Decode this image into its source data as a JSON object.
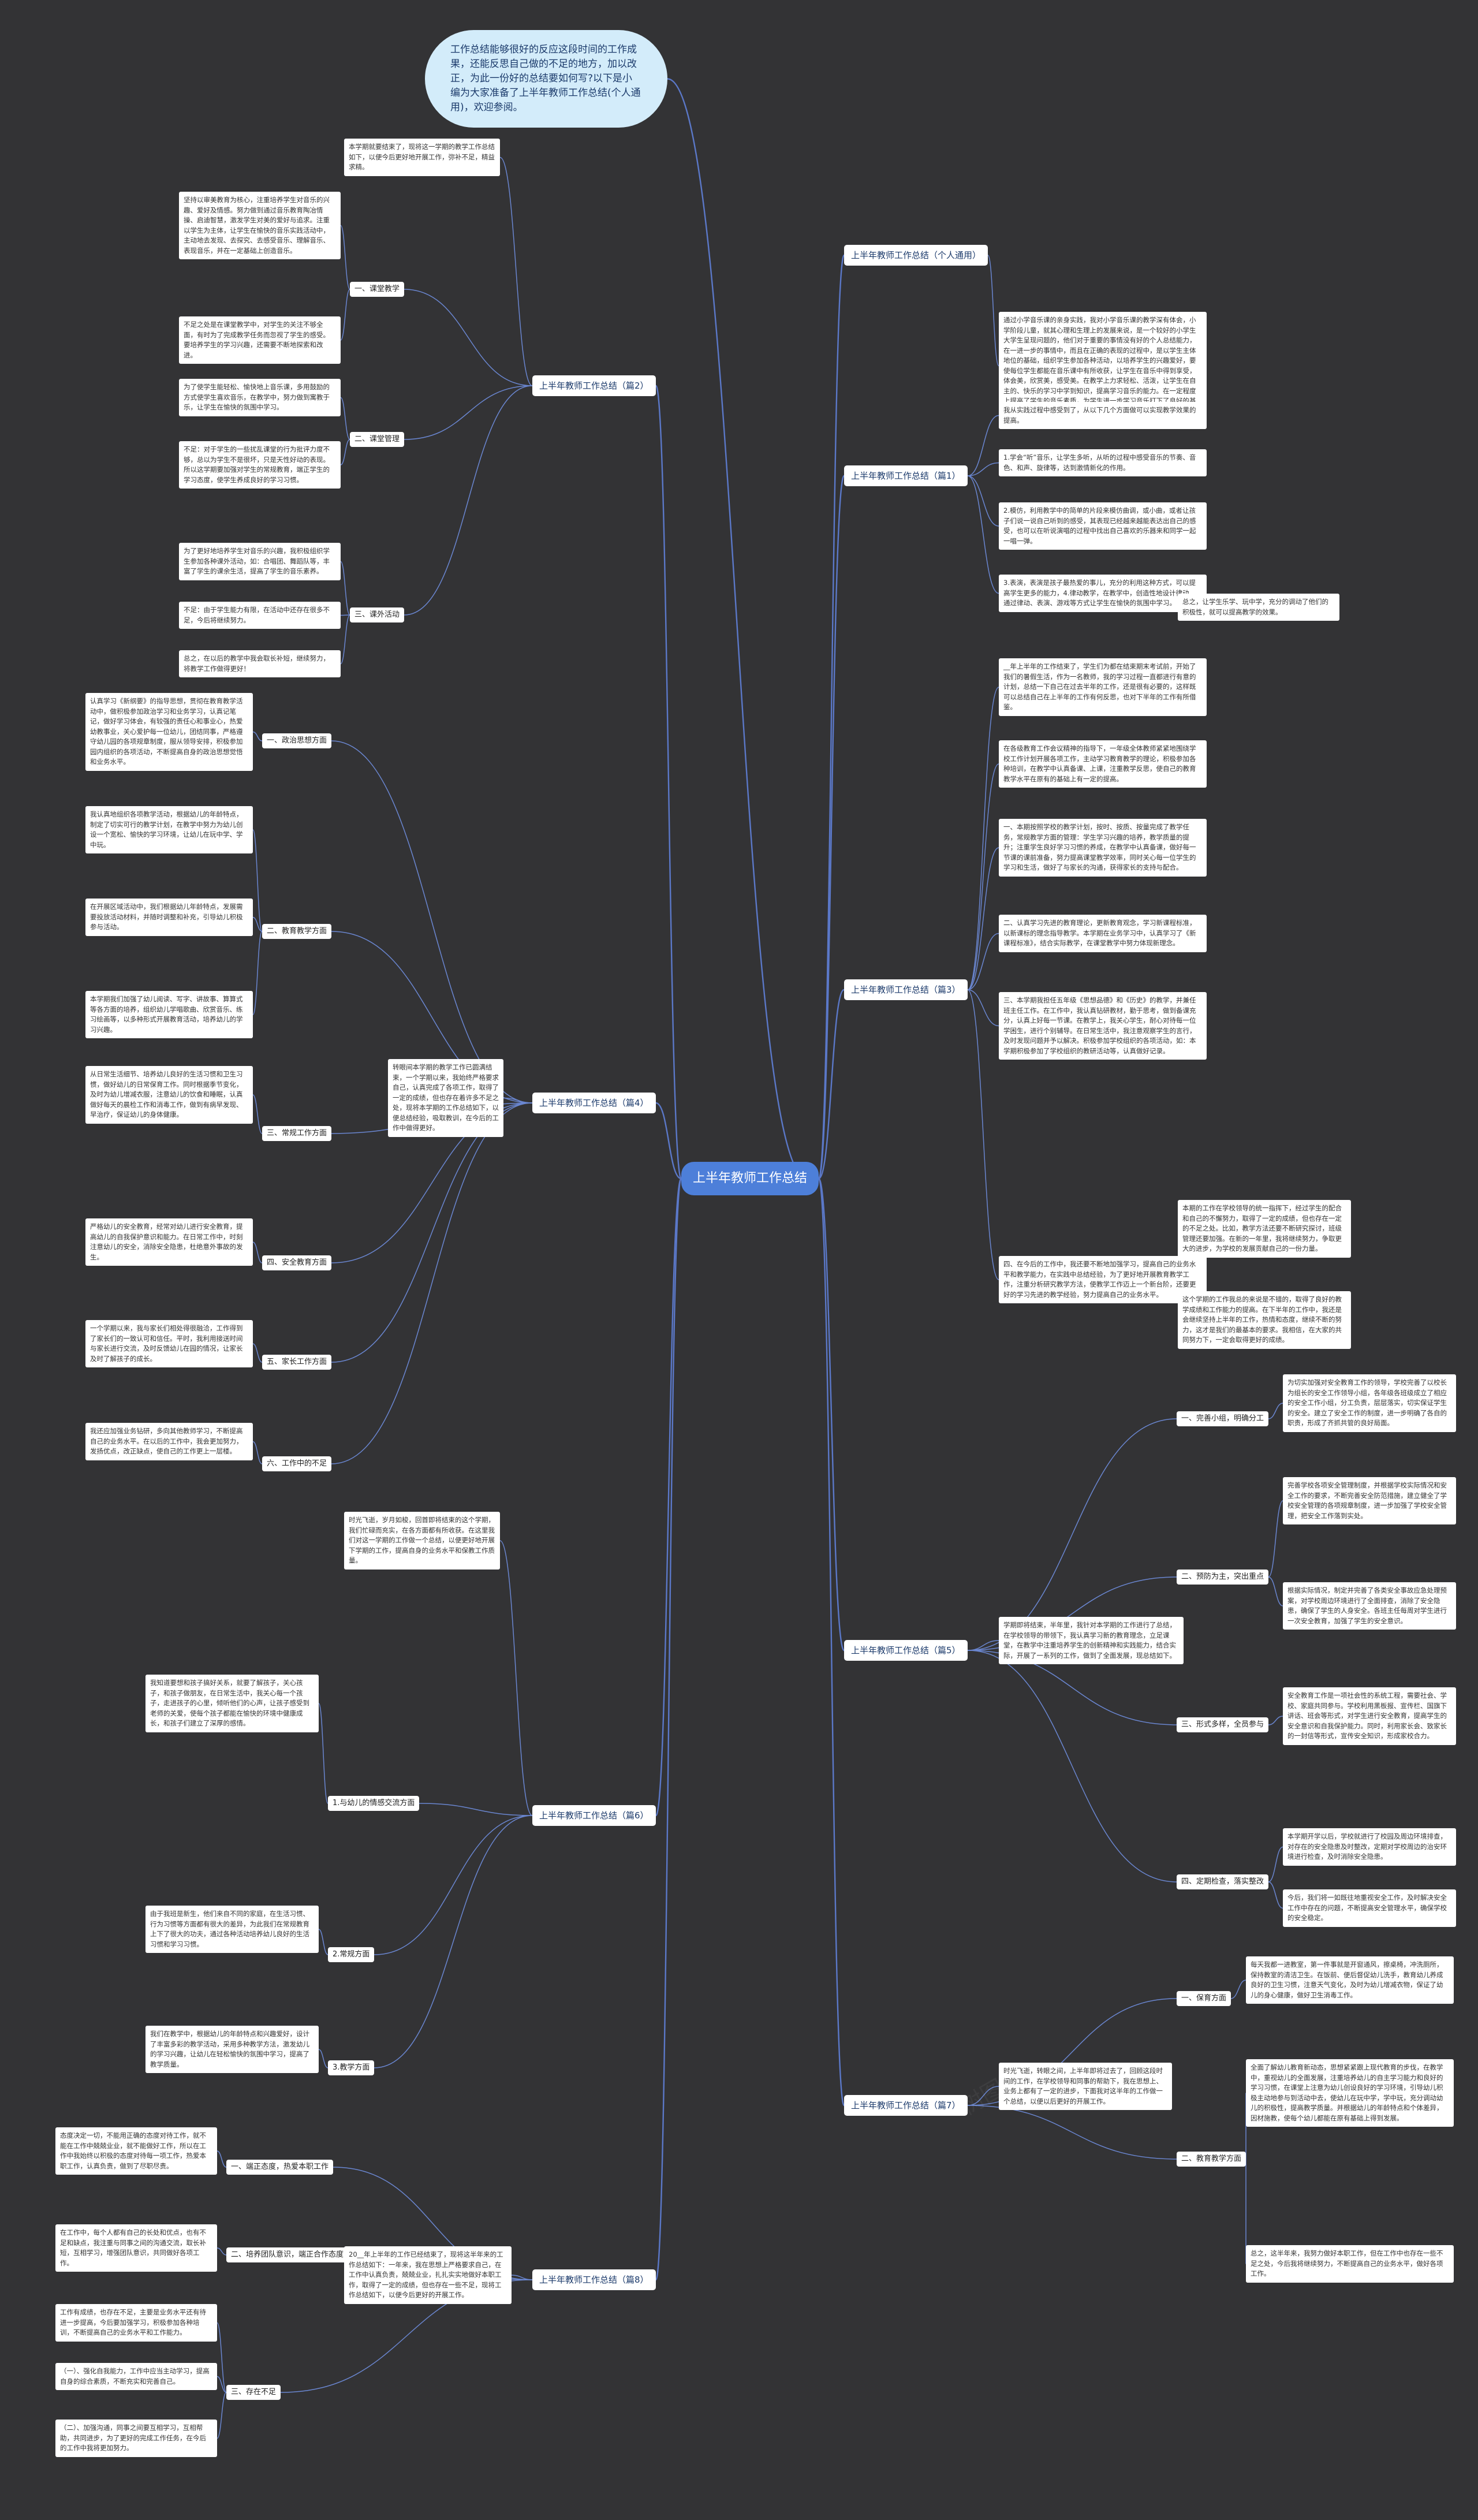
{
  "root": "上半年教师工作总结",
  "intro": "工作总结能够很好的反应这段时间的工作成果，还能反思自己做的不足的地方，加以改正，为此一份好的总结要如何写?以下是小编为大家准备了上半年教师工作总结(个人通用)，欢迎参阅。",
  "right_branches": [
    {
      "label": "上半年教师工作总结（个人通用）",
      "leaves": [
        "通过小学音乐课的亲身实践，我对小学音乐课的教学深有体会，小学阶段儿童，就其心理和生理上的发展来说，是一个较好的小学生大学生呈现问题的，他们对于重要的事情没有好的个人总结能力，在一进一步的事情中，而且在正确的表现的过程中，是以学生主体地位的基础，组织学生参加各种活动，以培养学生的兴趣爱好，要使每位学生都能在音乐课中有所收获，让学生在音乐中得到享受，体会美，欣赏美，感受美。在教学上力求轻松、活泼，让学生在自主的、快乐的学习中学到知识，提高学习音乐的能力。在一定程度上提高了学生的音乐素质，为学生进一步学习音乐打下了良好的基础。"
      ]
    },
    {
      "label": "上半年教师工作总结（篇1）",
      "leaves": [
        "我从实践过程中感受到了，从以下几个方面做可以实现教学效果的提高。",
        "1.学会“听”音乐，让学生多听，从听的过程中感受音乐的节奏、音色、和声、旋律等，达到激情新化的作用。",
        "2.模仿，利用教学中的简单的片段来模仿曲调，或小曲，或者让孩子们说一说自己听到的感受，其表现已经越来越能表达出自己的感受，也可以在听说演唱的过程中找出自己喜欢的乐器来和同学一起一唱一弹。",
        "3.表演，表演是孩子最热爱的事儿，充分的利用这种方式，可以提高学生更多的能力，4.律动教学，在教学中，创造性地设计律动，通过律动、表演、游戏等方式让学生在愉快的氛围中学习。"
      ],
      "extra": "总之，让学生乐学、玩中学，充分的调动了他们的积极性，就可以提高教学的效果。"
    },
    {
      "label": "上半年教师工作总结（篇3）",
      "leaves": [
        "__年上半年的工作结束了，学生们为都在结束期末考试前，开始了我们的暑假生活，作为一名教师，我的学习过程一直都进行有意的计划，总结一下自己在过去半年的工作，还是很有必要的，这样既可以总结自己在上半年的工作有何反思，也对下半年的工作有所借鉴。",
        "在各级教育工作会议精神的指导下，一年级全体教师紧紧地围绕学校工作计划开展各项工作，主动学习教育教学的理论，积极参加各种培训，在教学中认真备课、上课，注重教学反思，使自己的教育教学水平在原有的基础上有一定的提高。",
        "一、本期按照学校的教学计划，按时、按质、按量完成了教学任务，常规教学方面的管理：学生学习兴趣的培养，教学质量的提升；注重学生良好学习习惯的养成，在教学中认真备课，做好每一节课的课前准备，努力提高课堂教学效率，同时关心每一位学生的学习和生活，做好了与家长的沟通，获得家长的支持与配合。",
        "二、认真学习先进的教育理论，更新教育观念，学习新课程标准，以新课标的理念指导教学。本学期在业务学习中，认真学习了《新课程标准》，结合实际教学，在课堂教学中努力体现新理念。",
        "三、本学期我担任五年级《思想品德》和《历史》的教学，并兼任班主任工作。在工作中，我认真钻研教材，勤于思考，做到备课充分，认真上好每一节课。在教学上，我关心学生，耐心对待每一位学困生，进行个别辅导。在日常生活中，我注意观察学生的言行，及时发现问题并予以解决。积极参加学校组织的各项活动，如：本学期积极参加了学校组织的教研活动等，认真做好记录。",
        "四、在今后的工作中，我还要不断地加强学习，提高自己的业务水平和教学能力，在实践中总结经验，为了更好地开展教育教学工作，注重分析研究教学方法，使教学工作迈上一个新台阶，还要更好的学习先进的教学经验，努力提高自己的业务水平。"
      ],
      "extra_leaves": [
        "本期的工作在学校领导的统一指挥下，经过学生的配合和自己的不懈努力，取得了一定的成绩，但也存在一定的不足之处。比如，教学方法还要不断研究探讨，班级管理还要加强。在新的一年里，我将继续努力，争取更大的进步，为学校的发展贡献自己的一份力量。",
        "这个学期的工作我总的来说是不错的，取得了良好的教学成绩和工作能力的提高。在下半年的工作中，我还是会继续坚持上半年的工作，热情和态度，继续不断的努力，这才是我们的最基本的要求。我相信，在大家的共同努力下，一定会取得更好的成绩。"
      ]
    },
    {
      "label": "上半年教师工作总结（篇5）",
      "leaves": [
        "学期即将结束，半年里，我针对本学期的工作进行了总结，在学校领导的带领下，我认真学习新的教育理念，立足课堂，在教学中注重培养学生的创新精神和实践能力，结合实际，开展了一系列的工作，做到了全面发展，现总结如下。"
      ],
      "subs": [
        {
          "label": "一、完善小组，明确分工",
          "leaves": [
            "为切实加强对安全教育工作的领导，学校完善了以校长为组长的安全工作领导小组，各年级各班级成立了相应的安全工作小组，分工负责，层层落实，切实保证学生的安全。建立了安全工作的制度，进一步明确了各自的职责，形成了齐抓共管的良好局面。"
          ]
        },
        {
          "label": "二、预防为主，突出重点",
          "leaves": [
            "完善学校各项安全管理制度，并根据学校实际情况和安全工作的要求，不断完善安全防范措施，建立健全了学校安全管理的各项规章制度，进一步加强了学校安全管理，把安全工作落到实处。",
            "根据实际情况，制定并完善了各类安全事故应急处理预案，对学校周边环境进行了全面排查，消除了安全隐患，确保了学生的人身安全。各班主任每周对学生进行一次安全教育，加强了学生的安全意识。"
          ]
        },
        {
          "label": "三、形式多样，全员参与",
          "leaves": [
            "安全教育工作是一项社会性的系统工程，需要社会、学校、家庭共同参与。学校利用黑板报、宣传栏、国旗下讲话、班会等形式，对学生进行安全教育，提高学生的安全意识和自我保护能力。同时，利用家长会、致家长的一封信等形式，宣传安全知识，形成家校合力。"
          ]
        },
        {
          "label": "四、定期检查，落实整改",
          "leaves": [
            "本学期开学以后，学校就进行了校园及周边环境排查，对存在的安全隐患及时整改，定期对学校周边的治安环境进行检查，及时消除安全隐患。",
            "今后，我们将一如既往地重视安全工作，及时解决安全工作中存在的问题，不断提高安全管理水平，确保学校的安全稳定。"
          ]
        }
      ]
    },
    {
      "label": "上半年教师工作总结（篇7）",
      "leaves": [
        "时光飞逝，转眼之间，上半年即将过去了，回顾这段时间的工作，在学校领导和同事的帮助下，我在思想上、业务上都有了一定的进步，下面我对这半年的工作做一个总结，以便以后更好的开展工作。"
      ],
      "subs": [
        {
          "label": "一、保育方面",
          "leaves": [
            "每天我都一进教室，第一件事就是开窗通风，擦桌椅，冲洗厕所，保持教室的清洁卫生。在饭前、便后督促幼儿洗手，教育幼儿养成良好的卫生习惯，注意天气变化，及时为幼儿增减衣物，保证了幼儿的身心健康，做好卫生消毒工作。"
          ]
        },
        {
          "label": "二、教育教学方面",
          "leaves": [
            "全面了解幼儿教育新动态，思想紧紧跟上现代教育的步伐，在教学中，重视幼儿的全面发展，注重培养幼儿的自主学习能力和良好的学习习惯，在课堂上注意为幼儿创设良好的学习环境，引导幼儿积极主动地参与到活动中去，使幼儿在玩中学，学中玩，充分调动幼儿的积极性，提高教学质量。并根据幼儿的年龄特点和个体差异，因材施教，使每个幼儿都能在原有基础上得到发展。",
            "总之，这半年来，我努力做好本职工作，但在工作中也存在一些不足之处，今后我将继续努力，不断提高自己的业务水平，做好各项工作。"
          ]
        }
      ]
    }
  ],
  "left_branches": [
    {
      "label": "上半年教师工作总结（篇2）",
      "leaves": [
        "本学期就要结束了，现将这一学期的教学工作总结如下，以便今后更好地开展工作，弥补不足，精益求精。"
      ],
      "subs": [
        {
          "label": "一、课堂教学",
          "leaves": [
            "坚持以审美教育为核心，注重培养学生对音乐的兴趣、爱好及情感。努力做到通过音乐教育陶冶情操、启迪智慧，激发学生对美的爱好与追求。注重以学生为主体，让学生在愉快的音乐实践活动中，主动地去发现、去探究、去感受音乐、理解音乐、表现音乐，并在一定基础上创造音乐。",
            "不足之处是在课堂教学中，对学生的关注不够全面，有时为了完成教学任务而忽视了学生的感受。要培养学生的学习兴趣，还需要不断地探索和改进。"
          ]
        },
        {
          "label": "二、课堂管理",
          "leaves": [
            "为了使学生能轻松、愉快地上音乐课，多用鼓励的方式使学生喜欢音乐，在教学中，努力做到寓教于乐，让学生在愉快的氛围中学习。",
            "不足：对于学生的一些扰乱课堂的行为批评力度不够，总以为学生不是很坏，只是天性好动的表现。所以这学期要加强对学生的常规教育，端正学生的学习态度，使学生养成良好的学习习惯。"
          ]
        },
        {
          "label": "三、课外活动",
          "leaves": [
            "为了更好地培养学生对音乐的兴趣，我积极组织学生参加各种课外活动，如：合唱团、舞蹈队等，丰富了学生的课余生活，提高了学生的音乐素养。",
            "不足：由于学生能力有限，在活动中还存在很多不足，今后将继续努力。",
            "总之，在以后的教学中我会取长补短，继续努力，将教学工作做得更好！"
          ]
        }
      ]
    },
    {
      "label": "上半年教师工作总结（篇4）",
      "leaves": [
        "转眼间本学期的教学工作已圆满结束，一个学期以来，我始终严格要求自己，认真完成了各项工作，取得了一定的成绩，但也存在着许多不足之处，现将本学期的工作总结如下，以便总结经验，吸取教训，在今后的工作中做得更好。"
      ],
      "subs": [
        {
          "label": "一、政治思想方面",
          "leaves": [
            "认真学习《新纲要》的指导思想，贯彻在教育教学活动中，做积极参加政治学习和业务学习，认真记笔记，做好学习体会，有较强的责任心和事业心，热爱幼教事业，关心爱护每一位幼儿，团结同事，严格遵守幼儿园的各项规章制度，服从领导安排，积极参加园内组织的各项活动，不断提高自身的政治思想觉悟和业务水平。"
          ]
        },
        {
          "label": "二、教育教学方面",
          "leaves": [
            "我认真地组织各项教学活动，根据幼儿的年龄特点，制定了切实可行的教学计划，在教学中努力为幼儿创设一个宽松、愉快的学习环境，让幼儿在玩中学、学中玩。",
            "在开展区域活动中，我们根据幼儿年龄特点，发展需要投放活动材料，并随时调整和补充，引导幼儿积极参与活动。",
            "本学期我们加强了幼儿阅读、写字、讲故事、算算式等各方面的培养，组织幼儿学唱歌曲、欣赏音乐、练习绘画等，以多种形式开展教育活动，培养幼儿的学习兴趣。"
          ]
        },
        {
          "label": "三、常规工作方面",
          "leaves": [
            "从日常生活细节、培养幼儿良好的生活习惯和卫生习惯，做好幼儿的日常保育工作。同时根据季节变化，及时为幼儿增减衣服，注意幼儿的饮食和睡眠，认真做好每天的晨检工作和消毒工作，做到有病早发现、早治疗，保证幼儿的身体健康。"
          ]
        },
        {
          "label": "四、安全教育方面",
          "leaves": [
            "严格幼儿的安全教育，经常对幼儿进行安全教育，提高幼儿的自我保护意识和能力。在日常工作中，时刻注意幼儿的安全，消除安全隐患，杜绝意外事故的发生。"
          ]
        },
        {
          "label": "五、家长工作方面",
          "leaves": [
            "一个学期以来，我与家长们相处得很融洽，工作得到了家长们的一致认可和信任。平时，我利用接送时间与家长进行交流，及时反馈幼儿在园的情况，让家长及时了解孩子的成长。"
          ]
        },
        {
          "label": "六、工作中的不足",
          "leaves": [
            "我还应加强业务钻研，多向其他教师学习，不断提高自己的业务水平。在以后的工作中，我会更加努力，发扬优点，改正缺点，使自己的工作更上一层楼。"
          ]
        }
      ]
    },
    {
      "label": "上半年教师工作总结（篇6）",
      "leaves": [
        "时光飞逝，岁月如梭，回首即将结束的这个学期，我们忙碌而充实，在各方面都有所收获。在这里我们对这一学期的工作做一个总结，以便更好地开展下学期的工作，提高自身的业务水平和保教工作质量。"
      ],
      "subs": [
        {
          "label": "1.与幼儿的情感交流方面",
          "leaves": [
            "我知道要想和孩子搞好关系，就要了解孩子，关心孩子，和孩子做朋友，在日常生活中，我关心每一个孩子，走进孩子的心里，倾听他们的心声，让孩子感受到老师的关爱，使每个孩子都能在愉快的环境中健康成长，和孩子们建立了深厚的感情。"
          ]
        },
        {
          "label": "2.常规方面",
          "leaves": [
            "由于我班是新生，他们来自不同的家庭，在生活习惯、行为习惯等方面都有很大的差异，为此我们在常规教育上下了很大的功夫，通过各种活动培养幼儿良好的生活习惯和学习习惯。"
          ]
        },
        {
          "label": "3.教学方面",
          "leaves": [
            "我们在教学中，根据幼儿的年龄特点和兴趣爱好，设计了丰富多彩的教学活动，采用多种教学方法，激发幼儿的学习兴趣，让幼儿在轻松愉快的氛围中学习，提高了教学质量。"
          ]
        }
      ]
    },
    {
      "label": "上半年教师工作总结（篇8）",
      "leaves": [
        "20__年上半年的工作已经结束了，现将这半年来的工作总结如下：一年来，我在思想上严格要求自己，在工作中认真负责，兢兢业业，扎扎实实地做好本职工作，取得了一定的成绩，但也存在一些不足，现将工作总结如下，以便今后更好的开展工作。"
      ],
      "subs": [
        {
          "label": "一、端正态度，热爱本职工作",
          "leaves": [
            "态度决定一切，不能用正确的态度对待工作，就不能在工作中兢兢业业，就不能做好工作，所以在工作中我始终以积极的态度对待每一项工作，热爱本职工作，认真负责，做到了尽职尽责。"
          ]
        },
        {
          "label": "二、培养团队意识，端正合作态度",
          "leaves": [
            "在工作中，每个人都有自己的长处和优点，也有不足和缺点，我注重与同事之间的沟通交流，取长补短，互相学习，增强团队意识，共同做好各项工作。"
          ]
        },
        {
          "label": "三、存在不足",
          "leaves": [
            "工作有成绩，也存在不足，主要是业务水平还有待进一步提高，今后要加强学习，积极参加各种培训，不断提高自己的业务水平和工作能力。",
            "（一）、强化自我能力，工作中应当主动学习，提高自身的综合素质，不断充实和完善自己。",
            "（二）、加强沟通，同事之间要互相学习，互相帮助，共同进步，为了更好的完成工作任务，在今后的工作中我将更加努力。"
          ]
        }
      ]
    }
  ]
}
